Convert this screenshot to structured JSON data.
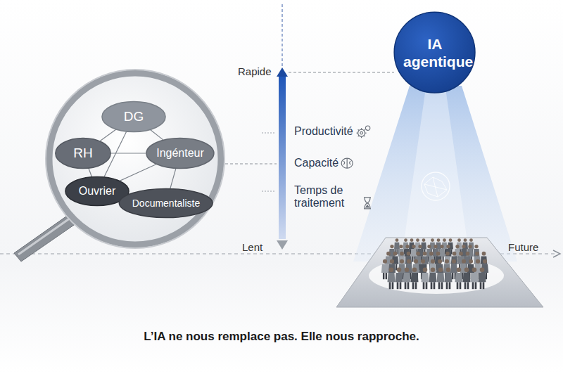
{
  "diagram": {
    "caption": "L’IA ne nous remplace pas. Elle nous rapproche.",
    "nodes": [
      {
        "text": [
          "IA agentique"
        ]
      },
      {
        "text": [
          "DG"
        ]
      },
      {
        "text": [
          "RH"
        ]
      },
      {
        "text": [
          "Ingénteur"
        ]
      },
      {
        "text": [
          "Ouvrier"
        ]
      },
      {
        "text": [
          "Documentaliste"
        ]
      }
    ],
    "edges": [
      {
        "from": 1,
        "to": 2,
        "arrow": "none"
      },
      {
        "from": 1,
        "to": 3,
        "arrow": "none"
      },
      {
        "from": 2,
        "to": 3,
        "arrow": "none"
      },
      {
        "from": 2,
        "to": 4,
        "arrow": "none"
      },
      {
        "from": 3,
        "to": 4,
        "arrow": "none"
      },
      {
        "from": 3,
        "to": 5,
        "arrow": "none"
      },
      {
        "from": 4,
        "to": 5,
        "arrow": "none"
      },
      {
        "from": 1,
        "to": 4,
        "arrow": "none"
      }
    ],
    "labels": [
      "Rapide",
      "Productivité",
      "Capacité",
      "Temps de traitement",
      "Lent",
      "Future"
    ]
  }
}
